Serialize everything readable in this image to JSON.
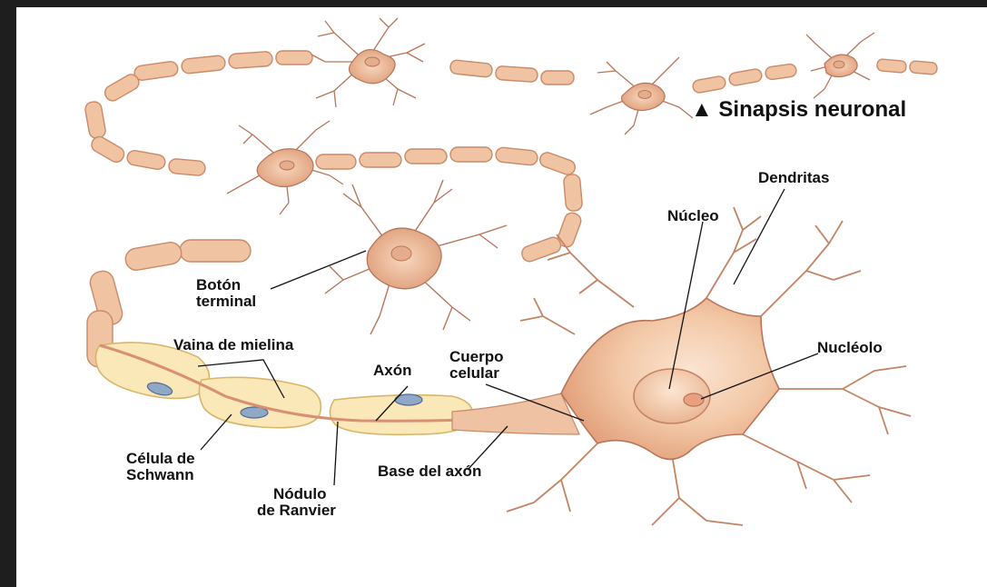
{
  "labels": {
    "synapse": "▲ Sinapsis neuronal",
    "dendrites": "Dendritas",
    "nucleus": "Núcleo",
    "nucleolus": "Nucléolo",
    "terminal_button_line1": "Botón",
    "terminal_button_line2": "terminal",
    "myelin_sheath": "Vaina de mielina",
    "axon": "Axón",
    "cell_body_line1": "Cuerpo",
    "cell_body_line2": "celular",
    "schwann_line1": "Célula de",
    "schwann_line2": "Schwann",
    "ranvier_line1": "Nódulo",
    "ranvier_line2": "de Ranvier",
    "axon_hillock": "Base del axón"
  },
  "colors": {
    "frame": "#1e1e1e",
    "background": "#ffffff",
    "cell_fill": "#f3c9a8",
    "cell_shade": "#e3a27d",
    "cell_outline": "#b8755a",
    "myelin_fill": "#fbe8b8",
    "myelin_outline": "#d9b56a",
    "schwann_nucleus": "#8fa8c8",
    "text": "#111111"
  }
}
